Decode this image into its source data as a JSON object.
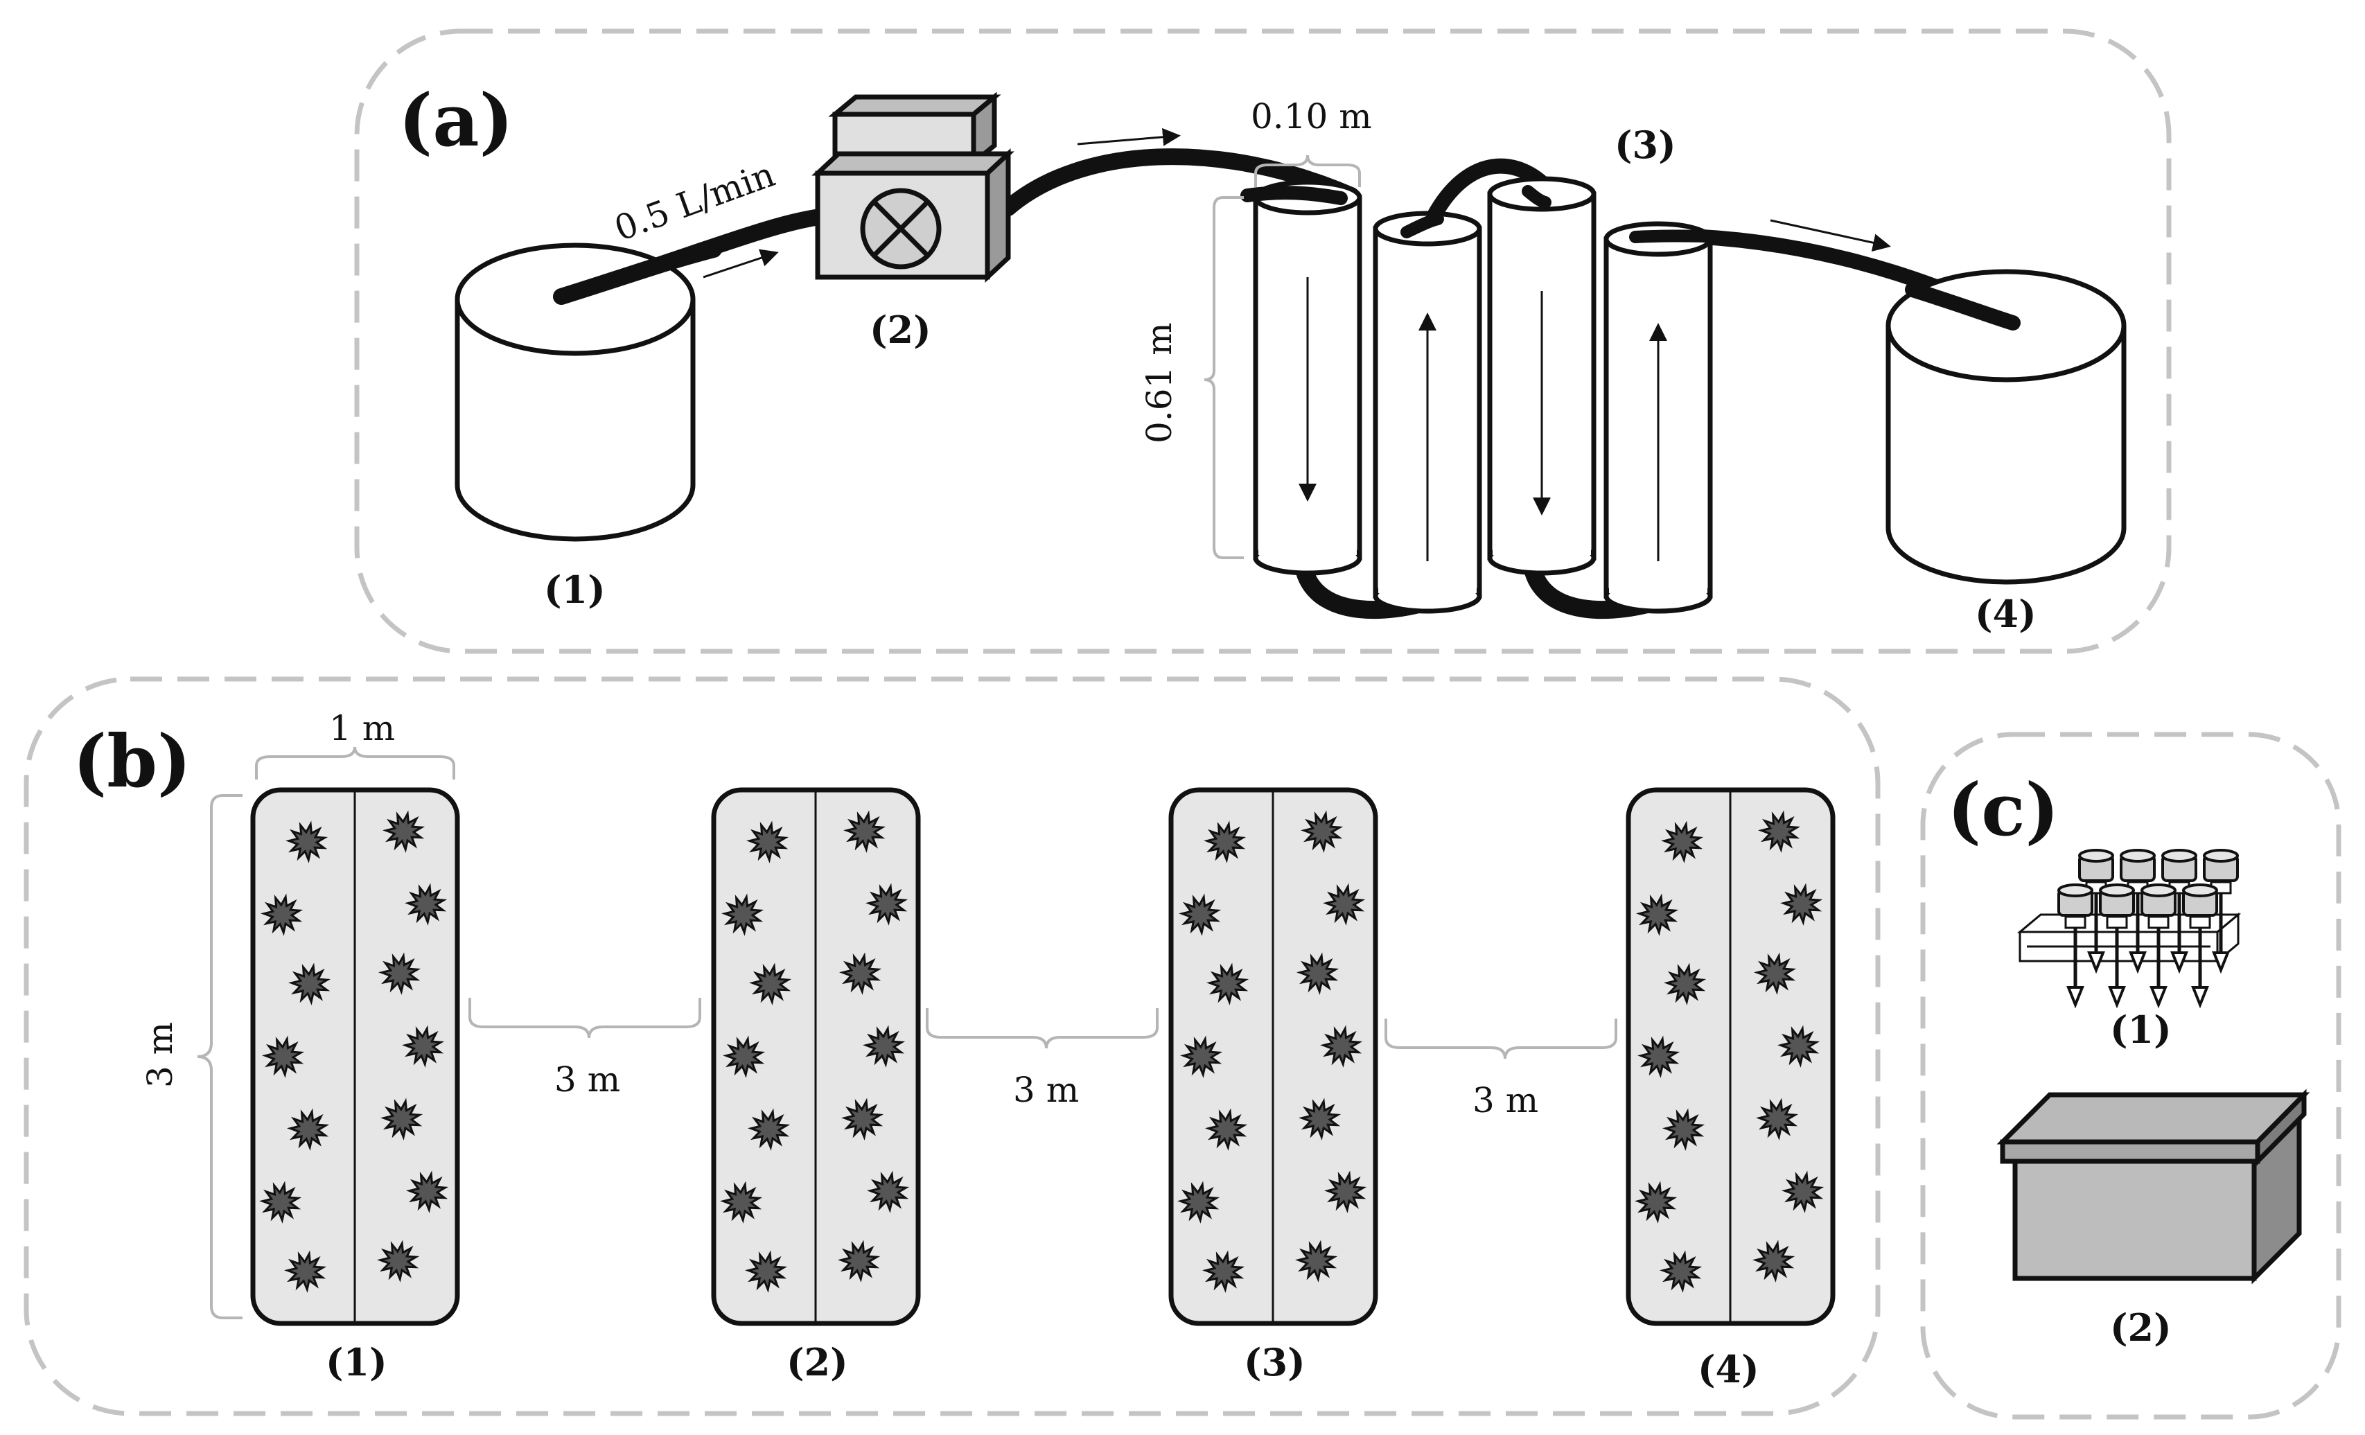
{
  "panel_a": {
    "label": "(a)",
    "flow_rate": "0.5 L/min",
    "column_diameter": "0.10 m",
    "column_height": "0.61 m",
    "items": [
      "(1)",
      "(2)",
      "(3)",
      "(4)"
    ]
  },
  "panel_b": {
    "label": "(b)",
    "plot_width": "1 m",
    "plot_length": "3 m",
    "spacing_1": "3 m",
    "spacing_2": "3 m",
    "spacing_3": "3 m",
    "plots": [
      "(1)",
      "(2)",
      "(3)",
      "(4)"
    ]
  },
  "panel_c": {
    "label": "(c)",
    "items": [
      "(1)",
      "(2)"
    ]
  },
  "colors": {
    "frame": "#c4c4c4",
    "plot_fill": "#e6e6e6",
    "plant": "#555555",
    "box_top": "#b9b9b9",
    "box_front": "#bdbdbd",
    "box_side": "#8c8c8c"
  }
}
